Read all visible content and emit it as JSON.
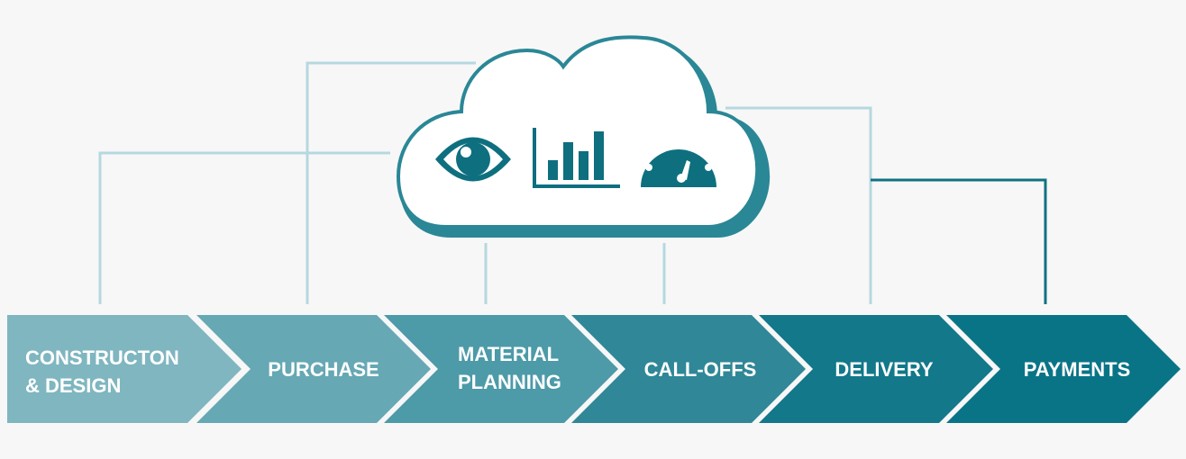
{
  "steps": [
    {
      "lines": [
        "CONSTRUCTON",
        "& DESIGN"
      ],
      "color": "#7fb6c0"
    },
    {
      "lines": [
        "PURCHASE"
      ],
      "color": "#66a8b4"
    },
    {
      "lines": [
        "MATERIAL",
        "PLANNING"
      ],
      "color": "#4d9aa8"
    },
    {
      "lines": [
        "CALL-OFFS"
      ],
      "color": "#2f8797"
    },
    {
      "lines": [
        "DELIVERY"
      ],
      "color": "#12788a"
    },
    {
      "lines": [
        "PAYMENTS"
      ],
      "color": "#0a7487"
    }
  ],
  "cloud": {
    "icons": [
      "eye-icon",
      "bar-chart-icon",
      "gauge-icon"
    ],
    "outline_color": "#2a8796",
    "icon_color": "#0e6f7f"
  },
  "connector_colors": {
    "light": "#b6d8df",
    "dark": "#0f7283"
  }
}
